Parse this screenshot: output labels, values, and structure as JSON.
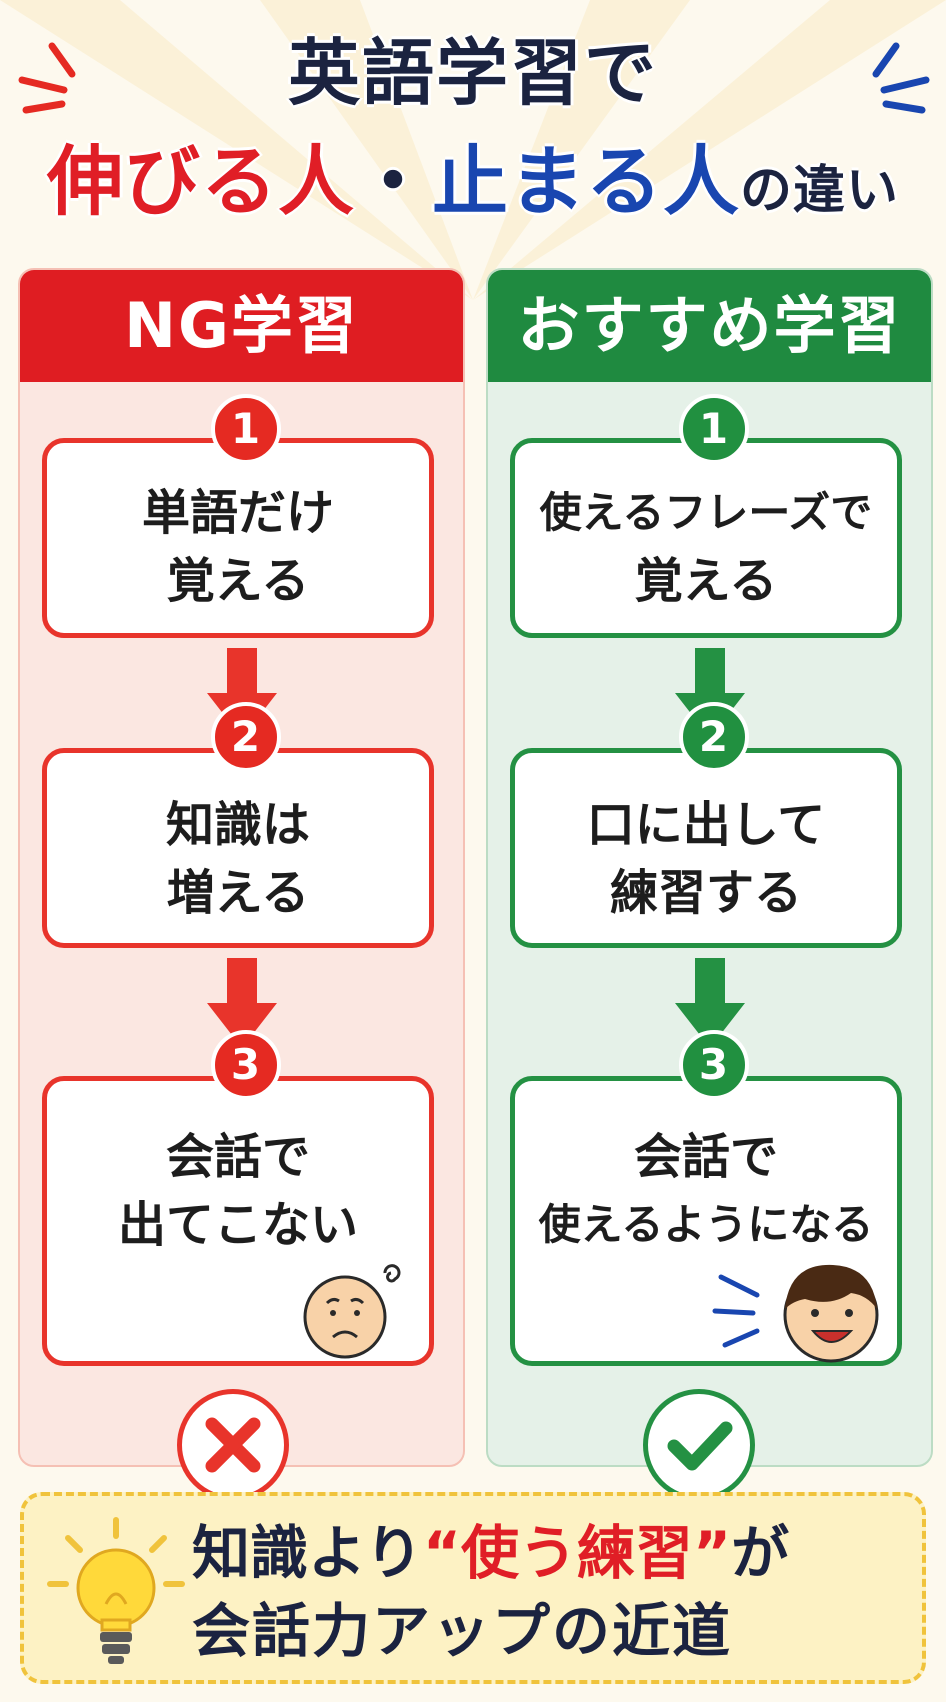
{
  "title": {
    "line1": "英語学習で",
    "grow": "伸びる人",
    "dot": "・",
    "stop": "止まる人",
    "suffix": "の違い"
  },
  "ng": {
    "header": "NG学習",
    "steps": [
      {
        "num": "1",
        "line1": "単語だけ",
        "line2": "覚える"
      },
      {
        "num": "2",
        "line1": "知識は",
        "line2": "増える"
      },
      {
        "num": "3",
        "line1": "会話で",
        "line2": "出てこない"
      }
    ]
  },
  "ok": {
    "header": "おすすめ学習",
    "steps": [
      {
        "num": "1",
        "line1": "使えるフレーズで",
        "line2": "覚える"
      },
      {
        "num": "2",
        "line1": "口に出して",
        "line2": "練習する"
      },
      {
        "num": "3",
        "line1": "会話で",
        "line2": "使えるようになる"
      }
    ]
  },
  "bottom": {
    "line1_a": "知識より",
    "line1_hl": "“使う練習”",
    "line1_b": "が",
    "line2": "会話力アップの近道"
  },
  "colors": {
    "red": "#e01e26",
    "blue": "#1946b0",
    "green": "#1f8a40",
    "navy": "#1b2340",
    "yellow": "#f0c33c"
  }
}
